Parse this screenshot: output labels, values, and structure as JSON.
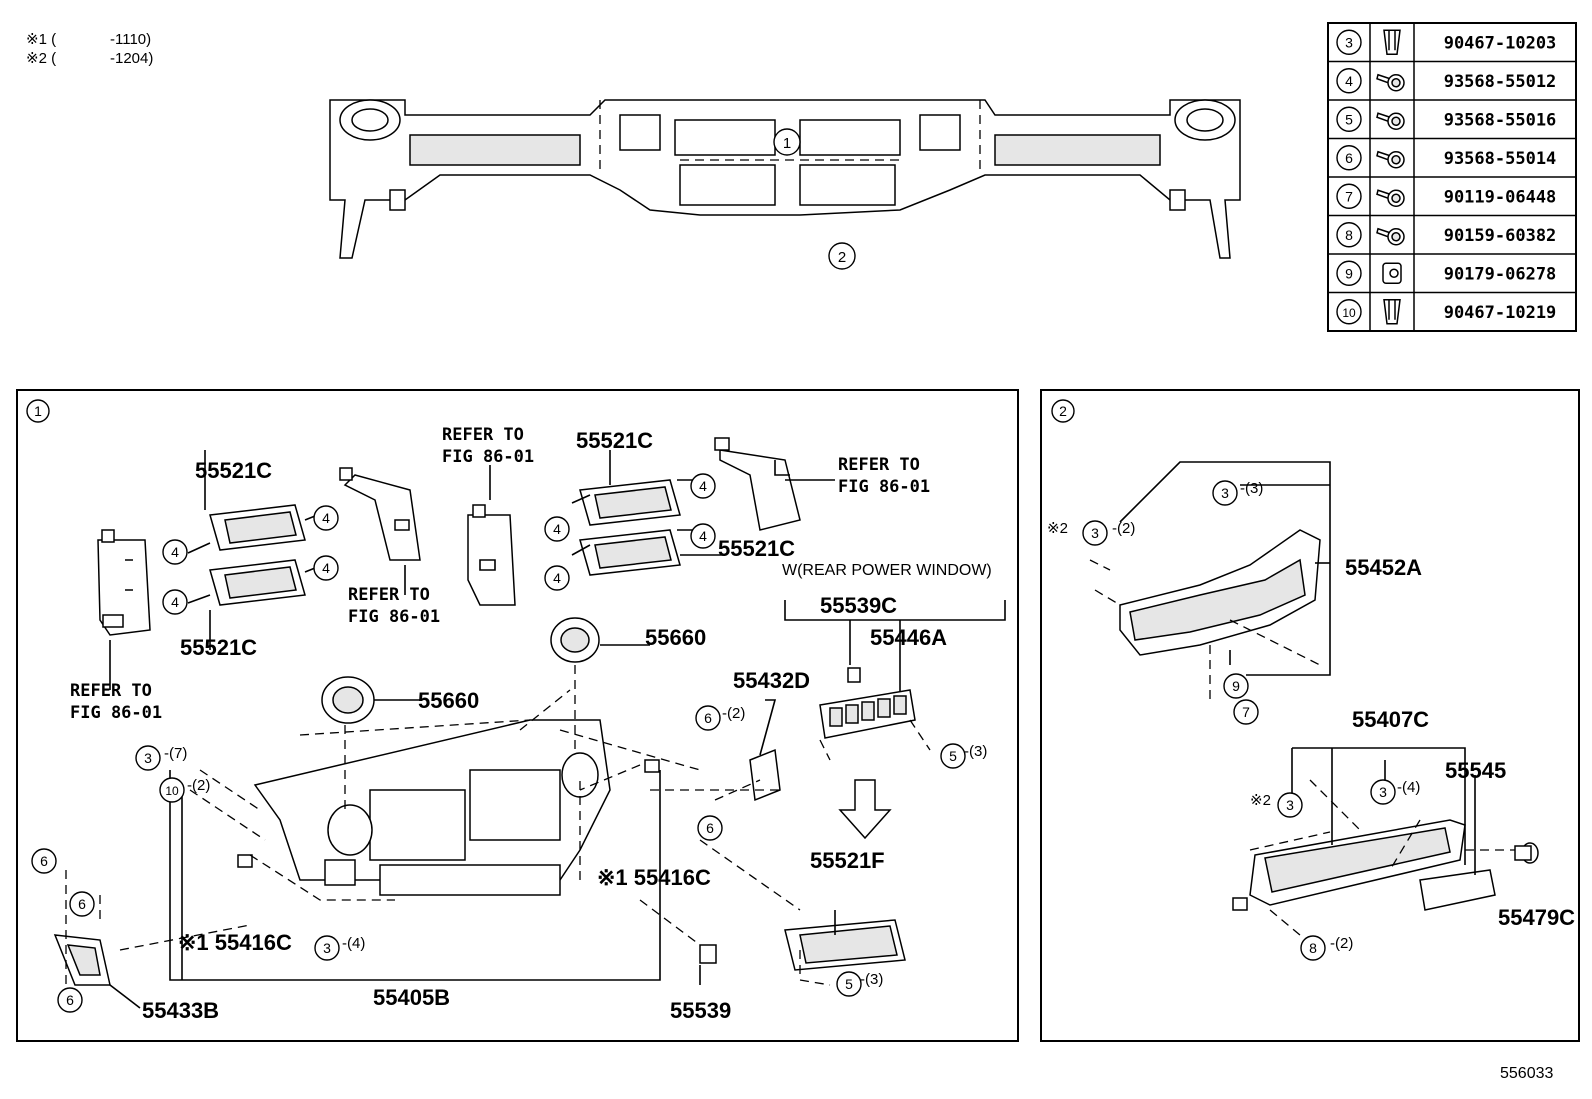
{
  "notes": [
    {
      "mark": "※1 (",
      "range": "-1110)"
    },
    {
      "mark": "※2 (",
      "range": "-1204)"
    }
  ],
  "fastener_table": [
    {
      "ref": "3",
      "icon": "clip-icon",
      "part": "90467-10203"
    },
    {
      "ref": "4",
      "icon": "screw-icon",
      "part": "93568-55012"
    },
    {
      "ref": "5",
      "icon": "screw-icon",
      "part": "93568-55016"
    },
    {
      "ref": "6",
      "icon": "screw-icon",
      "part": "93568-55014"
    },
    {
      "ref": "7",
      "icon": "bolt-icon",
      "part": "90119-06448"
    },
    {
      "ref": "8",
      "icon": "bolt-icon",
      "part": "90159-60382"
    },
    {
      "ref": "9",
      "icon": "nut-icon",
      "part": "90179-06278"
    },
    {
      "ref": "10",
      "icon": "clip-icon",
      "part": "90467-10219"
    }
  ],
  "top": {
    "callout_1": "1",
    "callout_2": "2"
  },
  "panel1": {
    "ref": "1",
    "labels": {
      "p55521c_a": "55521C",
      "p55521c_b": "55521C",
      "p55521c_c": "55521C",
      "p55521c_d": "55521C",
      "p55660_a": "55660",
      "p55660_b": "55660",
      "p55432d": "55432D",
      "p55539c": "55539C",
      "p55446a": "55446A",
      "p55521f": "55521F",
      "p55416c_a": "※1 55416C",
      "p55416c_b": "※1 55416C",
      "p55405b": "55405B",
      "p55539": "55539",
      "p55433b": "55433B",
      "rear_window": "W(REAR POWER WINDOW)"
    },
    "refer": {
      "r1a": "REFER TO",
      "r1b": "FIG 86-01",
      "r2a": "REFER TO",
      "r2b": "FIG 86-01",
      "r3a": "REFER TO",
      "r3b": "FIG 86-01",
      "r4a": "REFER TO",
      "r4b": "FIG 86-01"
    },
    "qty": {
      "q3_7": "-(7)",
      "q10_2": "-(2)",
      "q3_4": "-(4)",
      "q6_2": "-(2)",
      "q5_3a": "-(3)",
      "q5_3b": "-(3)"
    }
  },
  "panel2": {
    "ref": "2",
    "labels": {
      "p55452a": "55452A",
      "p55407c": "55407C",
      "p55545": "55545",
      "p55479c": "55479C"
    },
    "qty": {
      "q3_3": "-(3)",
      "q3_2": "-(2)",
      "q3_4": "-(4)",
      "q8_2": "-(2)"
    },
    "marks": {
      "m2a": "※2",
      "m2b": "※2"
    }
  },
  "figure_number": "556033"
}
